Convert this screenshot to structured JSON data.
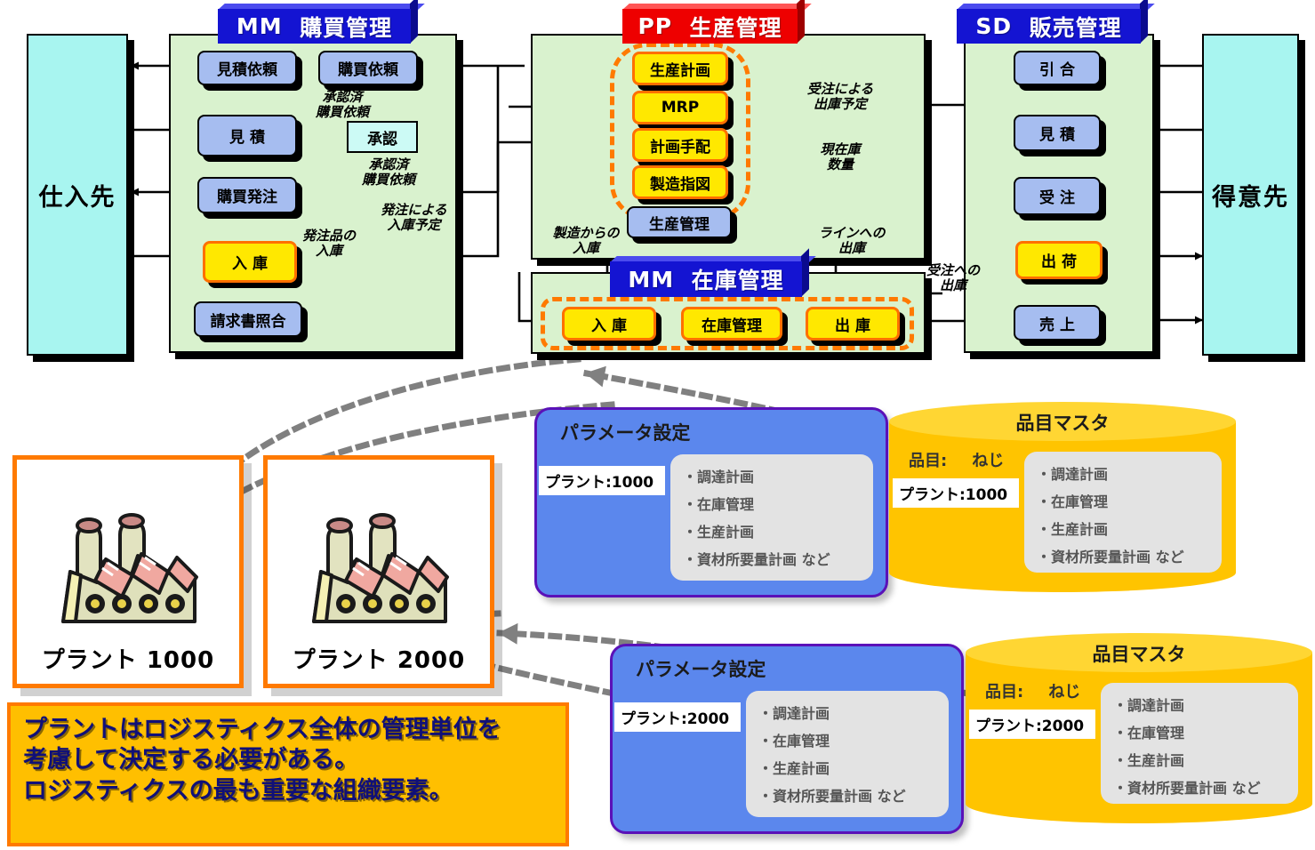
{
  "diagram": {
    "title_note": "SAP logistics module flow with plant organizational unit"
  },
  "parties": {
    "supplier": "仕入先",
    "customer": "得意先"
  },
  "modules": [
    {
      "key": "mm_purchasing",
      "code": "MM",
      "name": "購買管理",
      "plate_color": "#1414d2"
    },
    {
      "key": "pp_production",
      "code": "PP",
      "name": "生産管理",
      "plate_color": "#ee0000"
    },
    {
      "key": "sd_sales",
      "code": "SD",
      "name": "販売管理",
      "plate_color": "#1414d2"
    },
    {
      "key": "mm_inventory",
      "code": "MM",
      "name": "在庫管理",
      "plate_color": "#1414d2"
    }
  ],
  "mm_purchasing_nodes": [
    {
      "id": "rfq",
      "label": "見積依頼",
      "style": "blue"
    },
    {
      "id": "pr",
      "label": "購買依頼",
      "style": "blue"
    },
    {
      "id": "quotation",
      "label": "見 積",
      "style": "blue"
    },
    {
      "id": "approval",
      "label": "承認",
      "style": "plain"
    },
    {
      "id": "po",
      "label": "購買発注",
      "style": "blue"
    },
    {
      "id": "gr",
      "label": "入 庫",
      "style": "yellow"
    },
    {
      "id": "iv",
      "label": "請求書照合",
      "style": "blue"
    }
  ],
  "pp_nodes": [
    {
      "id": "prod_plan",
      "label": "生産計画",
      "style": "yellow"
    },
    {
      "id": "mrp",
      "label": "MRP",
      "style": "yellow"
    },
    {
      "id": "plan_order",
      "label": "計画手配",
      "style": "yellow"
    },
    {
      "id": "prod_order",
      "label": "製造指図",
      "style": "yellow"
    },
    {
      "id": "prod_ctrl",
      "label": "生産管理",
      "style": "blue"
    }
  ],
  "inventory_nodes": [
    {
      "id": "gr_in",
      "label": "入 庫",
      "style": "yellow"
    },
    {
      "id": "stock_mgmt",
      "label": "在庫管理",
      "style": "yellow"
    },
    {
      "id": "gi_out",
      "label": "出 庫",
      "style": "yellow"
    }
  ],
  "sd_nodes": [
    {
      "id": "inquiry",
      "label": "引 合",
      "style": "blue"
    },
    {
      "id": "quote",
      "label": "見 積",
      "style": "blue"
    },
    {
      "id": "order",
      "label": "受 注",
      "style": "blue"
    },
    {
      "id": "delivery",
      "label": "出 荷",
      "style": "yellow"
    },
    {
      "id": "billing",
      "label": "売 上",
      "style": "blue"
    }
  ],
  "flow_captions": [
    {
      "id": "approved_pr_1",
      "text": "承認済\n購買依頼"
    },
    {
      "id": "approved_pr_2",
      "text": "承認済\n購買依頼"
    },
    {
      "id": "ordered_goods",
      "text": "発注品の\n入庫"
    },
    {
      "id": "po_gr_plan",
      "text": "発注による\n入庫予定"
    },
    {
      "id": "so_gi_plan",
      "text": "受注による\n出庫予定"
    },
    {
      "id": "current_stock",
      "text": "現在庫\n数量"
    },
    {
      "id": "from_production",
      "text": "製造からの\n入庫"
    },
    {
      "id": "to_line",
      "text": "ラインへの\n出庫"
    },
    {
      "id": "gi_to_order",
      "text": "受注への\n出庫"
    }
  ],
  "plants": [
    {
      "id": "plant_1000",
      "caption": "プラント 1000"
    },
    {
      "id": "plant_2000",
      "caption": "プラント 2000"
    }
  ],
  "parameter_cards": [
    {
      "id": "param_1000",
      "title": "パラメータ設定",
      "tag": "プラント:1000",
      "items": [
        "・調達計画",
        "・在庫管理",
        "・生産計画",
        "・資材所要量計画 など"
      ]
    },
    {
      "id": "param_2000",
      "title": "パラメータ設定",
      "tag": "プラント:2000",
      "items": [
        "・調達計画",
        "・在庫管理",
        "・生産計画",
        "・資材所要量計画 など"
      ]
    }
  ],
  "material_masters": [
    {
      "id": "master_1000",
      "title": "品目マスタ",
      "item_label": "品目:",
      "item_value": "ねじ",
      "tag": "プラント:1000",
      "items": [
        "・調達計画",
        "・在庫管理",
        "・生産計画",
        "・資材所要量計画 など"
      ]
    },
    {
      "id": "master_2000",
      "title": "品目マスタ",
      "item_label": "品目:",
      "item_value": "ねじ",
      "tag": "プラント:2000",
      "items": [
        "・調達計画",
        "・在庫管理",
        "・生産計画",
        "・資材所要量計画 など"
      ]
    }
  ],
  "callout": {
    "line1": "プラントはロジスティクス全体の管理単位を",
    "line2": "考慮して決定する必要がある。",
    "line3": "ロジスティクスの最も重要な組織要素。"
  },
  "colors": {
    "module_fill": "#d9f2ce",
    "party_fill": "#a8f5f0",
    "node_blue": "#a6bdf0",
    "node_yellow": "#ffe800",
    "highlight_orange": "#ff7a00",
    "plate_blue": "#1414d2",
    "plate_red": "#ee0000",
    "param_blue": "#5b87ed",
    "master_yellow": "#ffc400",
    "callout_bg": "#ffbf00",
    "callout_text": "#101078"
  }
}
